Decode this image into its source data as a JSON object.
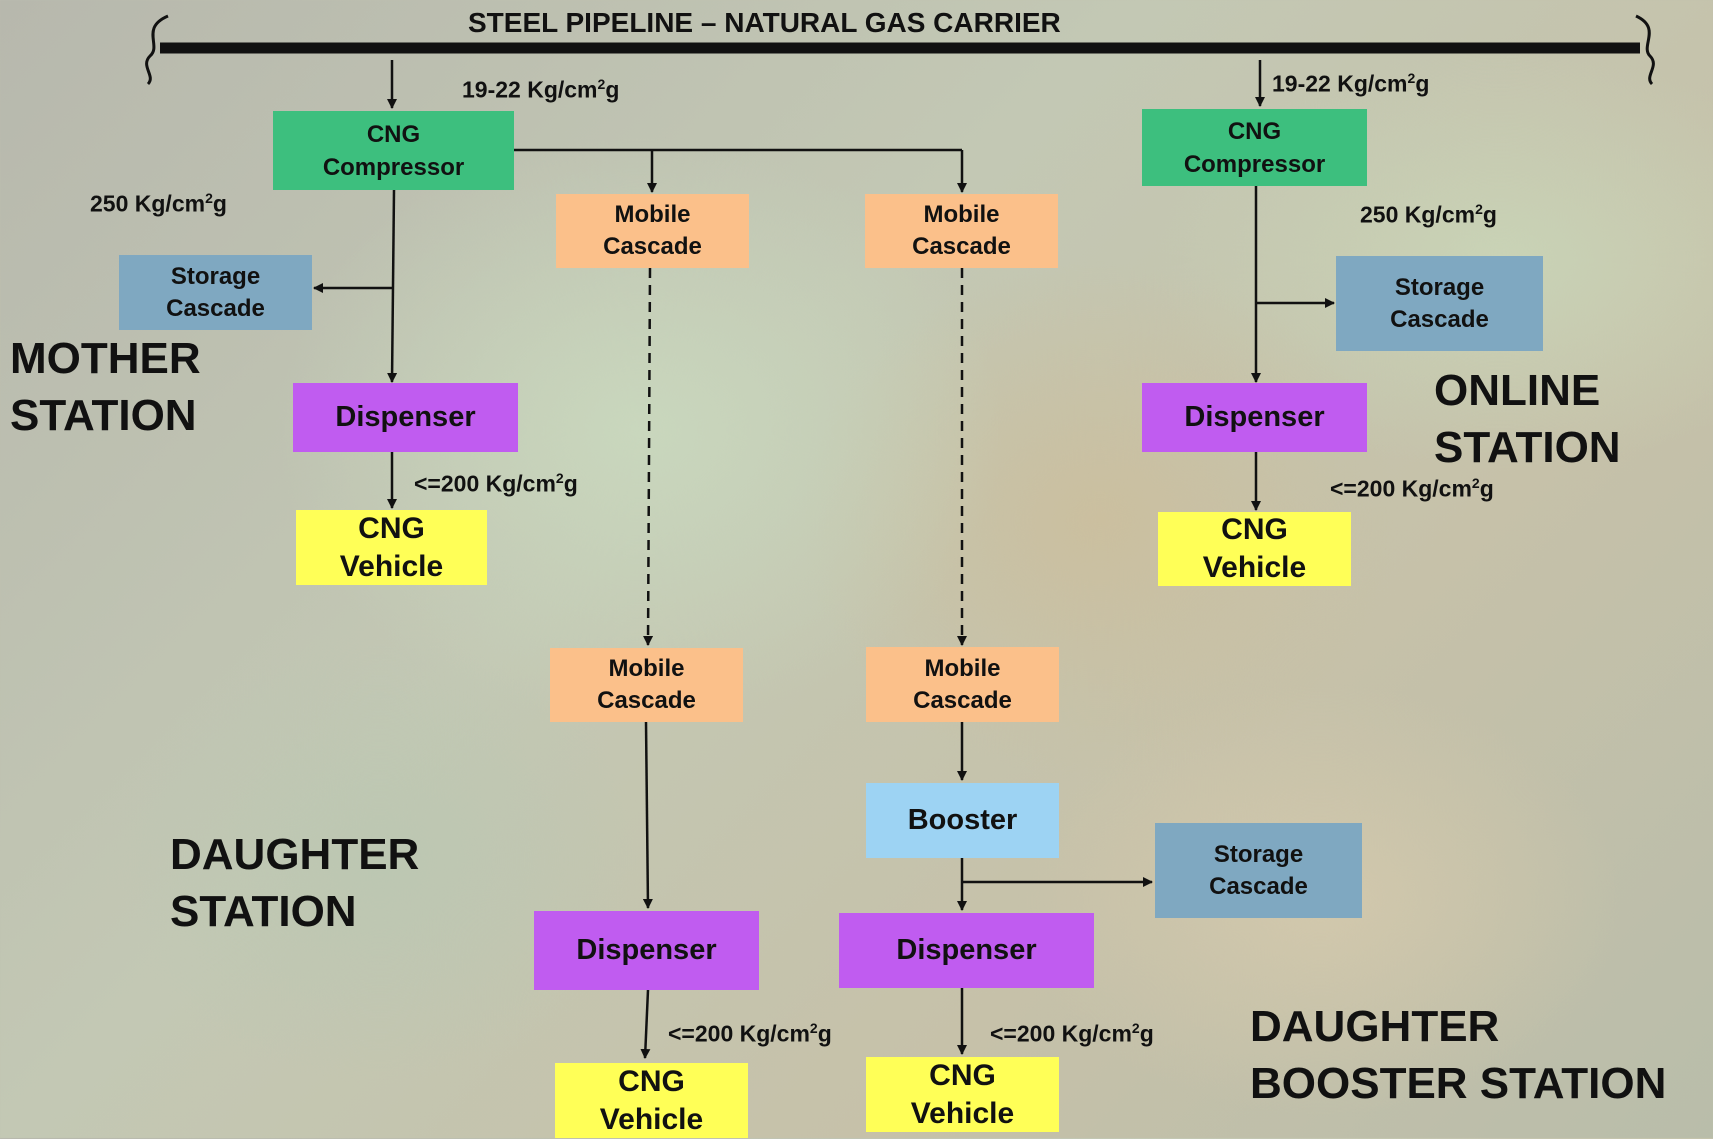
{
  "pipeline": {
    "title": "STEEL PIPELINE – NATURAL GAS CARRIER",
    "inlet_pressure_left": "19-22 Kg/cm",
    "inlet_pressure_right": "19-22 Kg/cm",
    "pressure_suffix": "g",
    "pressure_sup": "2"
  },
  "mother_station": {
    "label": "MOTHER\nSTATION",
    "compressor": "CNG\nCompressor",
    "outlet_pressure": "250 Kg/cm",
    "storage": "Storage\nCascade",
    "dispenser": "Dispenser",
    "vehicle_pressure": "<=200 Kg/cm",
    "vehicle": "CNG\nVehicle"
  },
  "mobile_cascades": {
    "top_left": "Mobile\nCascade",
    "top_right": "Mobile\nCascade",
    "bottom_left": "Mobile\nCascade",
    "bottom_right": "Mobile\nCascade"
  },
  "online_station": {
    "label": "ONLINE\nSTATION",
    "compressor": "CNG\nCompressor",
    "outlet_pressure": "250 Kg/cm",
    "storage": "Storage\nCascade",
    "dispenser": "Dispenser",
    "vehicle_pressure": "<=200 Kg/cm",
    "vehicle": "CNG\nVehicle"
  },
  "daughter_station": {
    "label": "DAUGHTER\nSTATION",
    "dispenser": "Dispenser",
    "vehicle_pressure": "<=200 Kg/cm",
    "vehicle": "CNG\nVehicle"
  },
  "daughter_booster_station": {
    "label": "DAUGHTER\nBOOSTER STATION",
    "booster": "Booster",
    "storage": "Storage\nCascade",
    "dispenser": "Dispenser",
    "vehicle_pressure": "<=200 Kg/cm",
    "vehicle": "CNG\nVehicle"
  },
  "colors": {
    "compressor": "#3dbf7e",
    "mobile_cascade": "#fbc08a",
    "storage_cascade": "#7fa8c1",
    "dispenser": "#c05cf0",
    "vehicle": "#ffff57",
    "booster": "#9dd3f3"
  }
}
